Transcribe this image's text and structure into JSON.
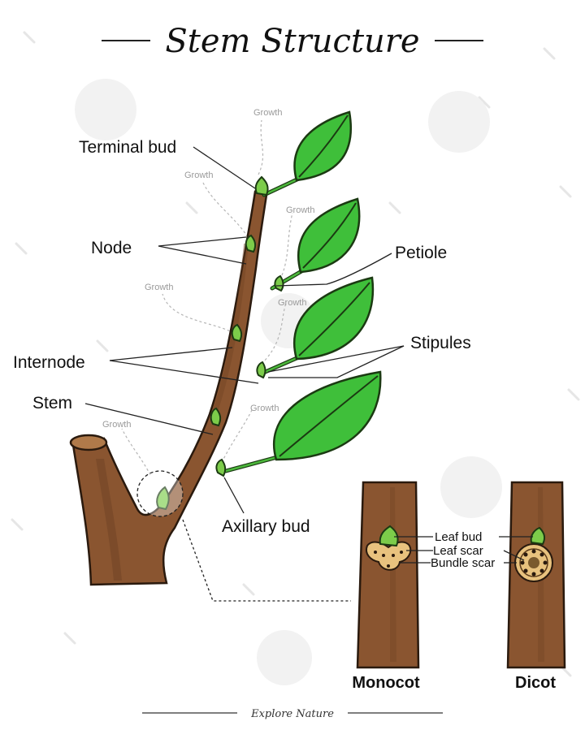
{
  "title": "Stem Structure",
  "labels": {
    "terminal_bud": "Terminal bud",
    "node": "Node",
    "petiole": "Petiole",
    "internode": "Internode",
    "stipules": "Stipules",
    "stem": "Stem",
    "axillary_bud": "Axillary bud",
    "leaf_bud": "Leaf bud",
    "leaf_scar": "Leaf scar",
    "bundle_scar": "Bundle scar",
    "monocot": "Monocot",
    "dicot": "Dicot"
  },
  "growth_label": "Growth",
  "footer": "Explore Nature",
  "colors": {
    "bark": "#8a5530",
    "leaf": "#3fbf3a",
    "leaf_scar": "#e8c27e",
    "outline": "#2a1a0e"
  }
}
